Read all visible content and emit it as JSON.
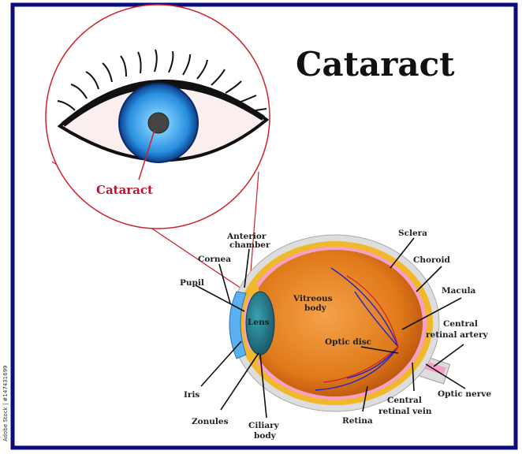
{
  "title": "Cataract",
  "zoom_label": "Cataract",
  "watermark": "Adobe Stock | #147431699",
  "labels": {
    "anterior_chamber": [
      "Anterior",
      "chamber"
    ],
    "cornea": "Cornea",
    "pupil": "Pupil",
    "lens": "Lens",
    "vitreous_body": [
      "Vitreous",
      "body"
    ],
    "optic_disc": "Optic disc",
    "sclera": "Sclera",
    "choroid": "Choroid",
    "macula": "Macula",
    "central_retinal_artery": [
      "Central",
      "retinal artery"
    ],
    "optic_nerve": "Optic nerve",
    "central_retinal_vein": [
      "Central",
      "retinal vein"
    ],
    "retina": "Retina",
    "ciliary_body": [
      "Ciliary",
      "body"
    ],
    "zonules": "Zonules",
    "iris": "Iris"
  },
  "colors": {
    "frame": "#0b0b7c",
    "accent": "#c8102e",
    "iris": "#2a8fe0",
    "vitreous": "#e07a1a"
  }
}
